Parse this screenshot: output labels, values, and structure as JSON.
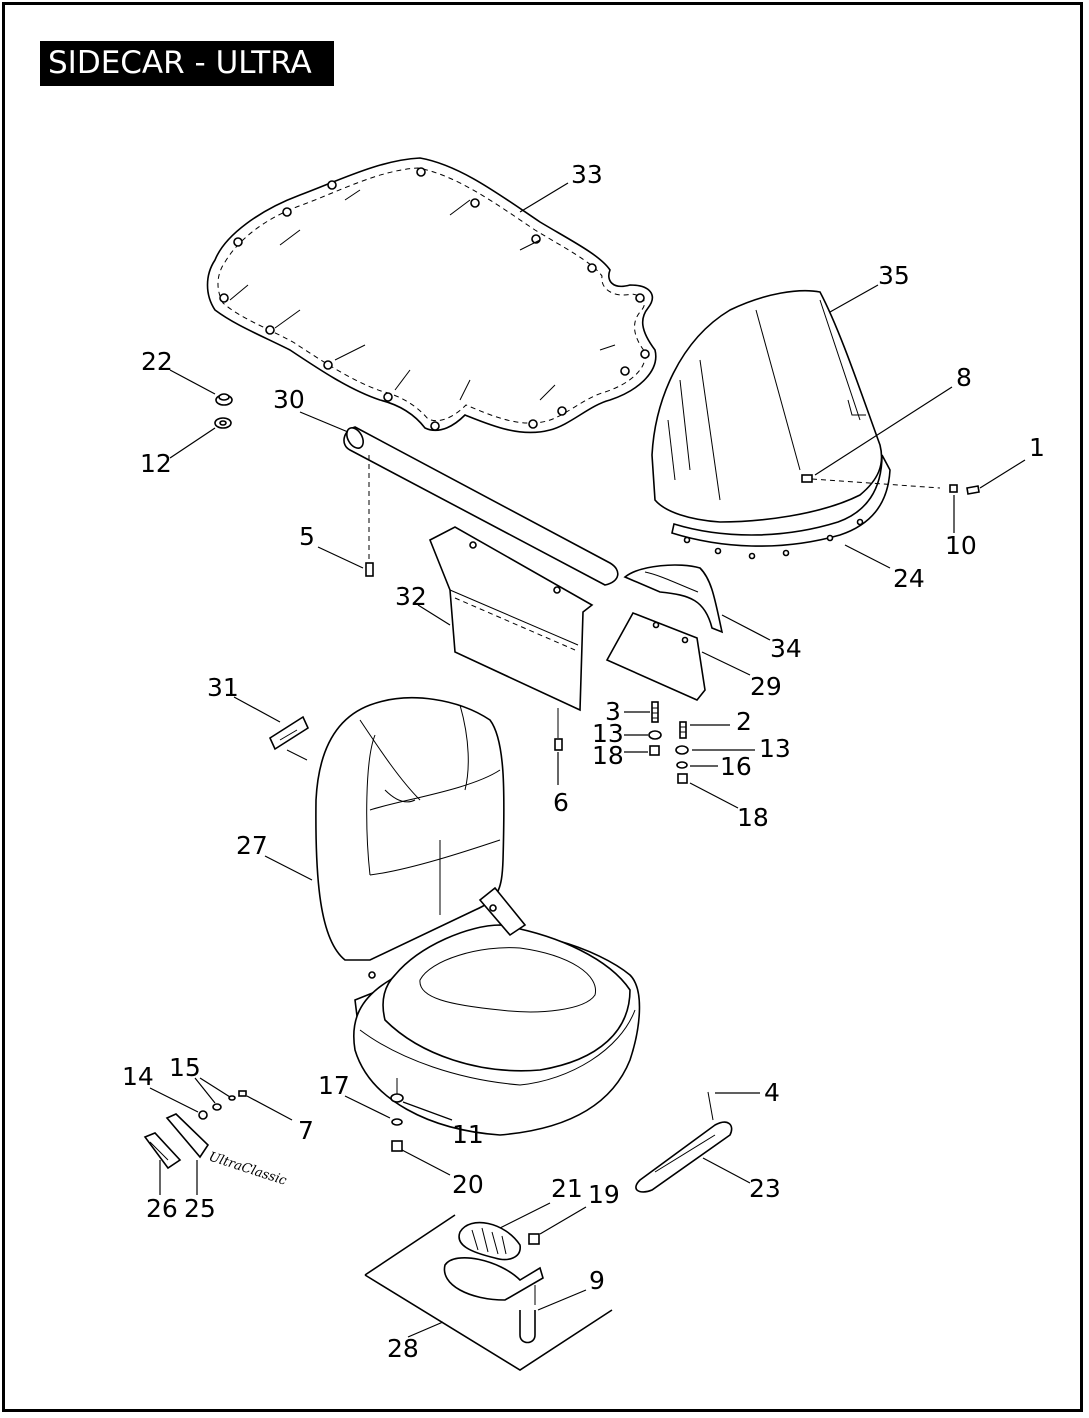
{
  "title": "SIDECAR - ULTRA",
  "badge_text": "UltraClassic",
  "callouts": [
    {
      "id": "c33",
      "text": "33"
    },
    {
      "id": "c35",
      "text": "35"
    },
    {
      "id": "c22",
      "text": "22"
    },
    {
      "id": "c12",
      "text": "12"
    },
    {
      "id": "c30",
      "text": "30"
    },
    {
      "id": "c8",
      "text": "8"
    },
    {
      "id": "c1",
      "text": "1"
    },
    {
      "id": "c10",
      "text": "10"
    },
    {
      "id": "c24",
      "text": "24"
    },
    {
      "id": "c5",
      "text": "5"
    },
    {
      "id": "c32",
      "text": "32"
    },
    {
      "id": "c34",
      "text": "34"
    },
    {
      "id": "c29",
      "text": "29"
    },
    {
      "id": "c31",
      "text": "31"
    },
    {
      "id": "c3",
      "text": "3"
    },
    {
      "id": "c2",
      "text": "2"
    },
    {
      "id": "c13a",
      "text": "13"
    },
    {
      "id": "c13b",
      "text": "13"
    },
    {
      "id": "c18a",
      "text": "18"
    },
    {
      "id": "c16",
      "text": "16"
    },
    {
      "id": "c6",
      "text": "6"
    },
    {
      "id": "c18b",
      "text": "18"
    },
    {
      "id": "c27",
      "text": "27"
    },
    {
      "id": "c14",
      "text": "14"
    },
    {
      "id": "c15",
      "text": "15"
    },
    {
      "id": "c7",
      "text": "7"
    },
    {
      "id": "c17",
      "text": "17"
    },
    {
      "id": "c11",
      "text": "11"
    },
    {
      "id": "c4",
      "text": "4"
    },
    {
      "id": "c20",
      "text": "20"
    },
    {
      "id": "c23",
      "text": "23"
    },
    {
      "id": "c26",
      "text": "26"
    },
    {
      "id": "c25",
      "text": "25"
    },
    {
      "id": "c21",
      "text": "21"
    },
    {
      "id": "c19",
      "text": "19"
    },
    {
      "id": "c9",
      "text": "9"
    },
    {
      "id": "c28",
      "text": "28"
    }
  ]
}
